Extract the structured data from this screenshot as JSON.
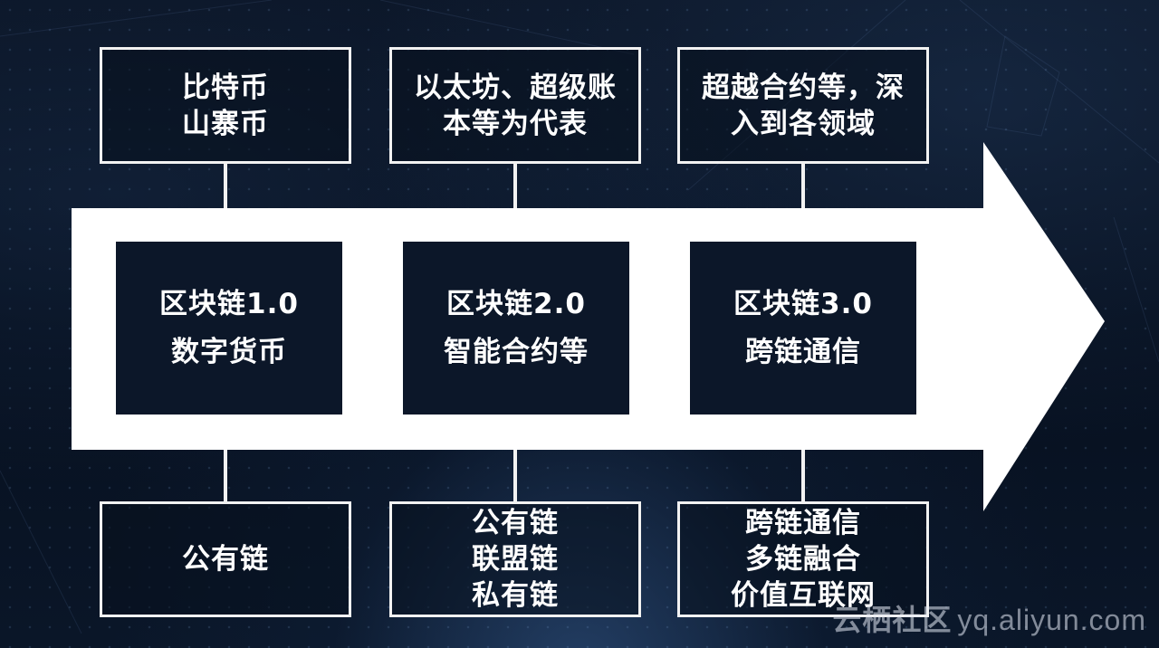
{
  "top_boxes": [
    {
      "lines": [
        "比特币",
        "山寨币"
      ]
    },
    {
      "lines": [
        "以太坊、超级账",
        "本等为代表"
      ]
    },
    {
      "lines": [
        "超越合约等，深",
        "入到各领域"
      ]
    }
  ],
  "stages": [
    {
      "title": "区块链1.0",
      "subtitle": "数字货币"
    },
    {
      "title": "区块链2.0",
      "subtitle": "智能合约等"
    },
    {
      "title": "区块链3.0",
      "subtitle": "跨链通信"
    }
  ],
  "bottom_boxes": [
    {
      "lines": [
        "公有链"
      ]
    },
    {
      "lines": [
        "公有链",
        "联盟链",
        "私有链"
      ]
    },
    {
      "lines": [
        "跨链通信",
        "多链融合",
        "价值互联网"
      ]
    }
  ],
  "watermark": {
    "brand": "云栖社区",
    "url": "yq.aliyun.com"
  },
  "colors": {
    "background": "#07101f",
    "arrow": "#ffffff",
    "box_border": "#f2f2f2",
    "inner_box": "#0c1729",
    "text": "#ffffff"
  }
}
